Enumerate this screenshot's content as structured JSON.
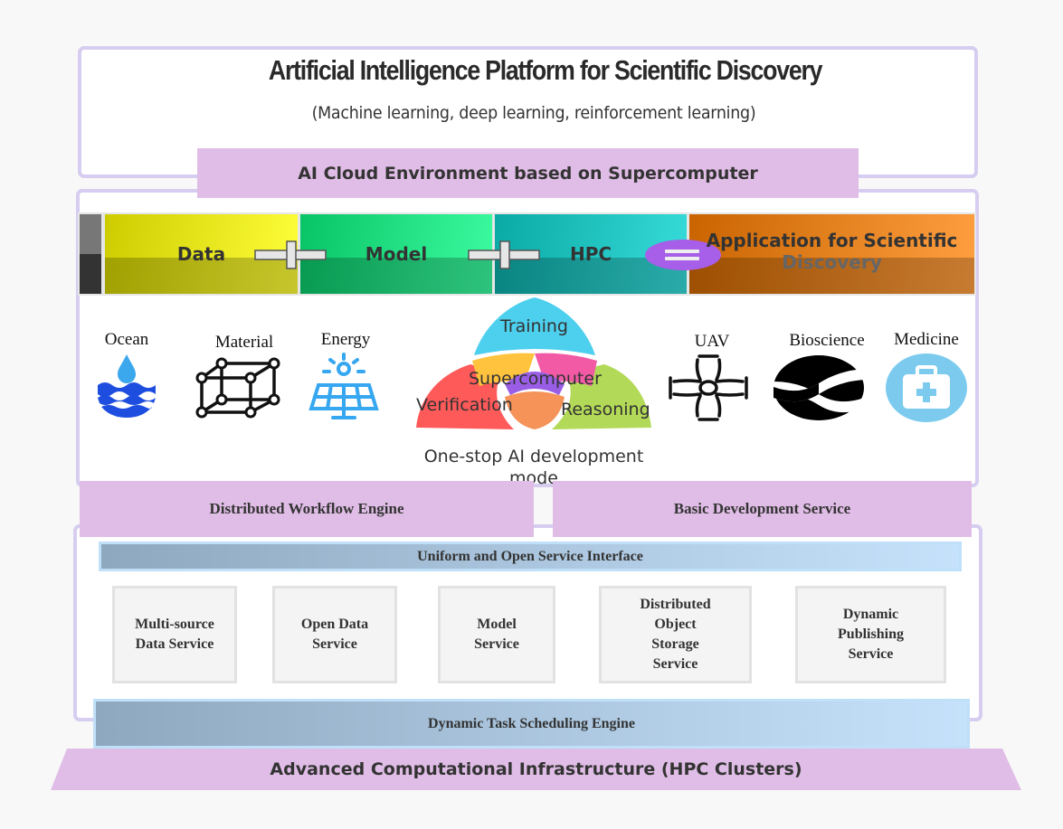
{
  "header": {
    "title": "Artificial Intelligence Platform for Scientific Discovery",
    "subtitle": "(Machine learning, deep learning, reinforcement learning)"
  },
  "cloud_environment": "AI Cloud Environment based on Supercomputer",
  "formula": {
    "terms": [
      "Data",
      "Model",
      "HPC"
    ],
    "operators": [
      "plus",
      "plus",
      "equals"
    ],
    "result_line1": "Application for Scientific",
    "result_line2": "Discovery"
  },
  "domains": [
    {
      "label": "Ocean",
      "icon": "ocean-icon"
    },
    {
      "label": "Material",
      "icon": "material-lattice-icon"
    },
    {
      "label": "Energy",
      "icon": "solar-panel-icon"
    },
    {
      "label": "UAV",
      "icon": "drone-icon"
    },
    {
      "label": "Bioscience",
      "icon": "dna-icon"
    },
    {
      "label": "Medicine",
      "icon": "medical-kit-icon"
    }
  ],
  "venn": {
    "center": "Supercomputer",
    "circles": [
      "Training",
      "Verification",
      "Reasoning"
    ],
    "caption": "One-stop AI development mode",
    "colors": {
      "training": "#4dcfee",
      "verification": "#ff5a5a",
      "reasoning": "#b2d957",
      "center": "#9a5ee6"
    }
  },
  "services": {
    "workflow_engine": "Distributed Workflow Engine",
    "basic_development": "Basic Development Service",
    "interface": "Uniform and Open Service Interface",
    "items": [
      "Multi-source Data Service",
      "Open Data Service",
      "Model Service",
      "Distributed Object Storage Service",
      "Dynamic Publishing Service"
    ],
    "scheduler": "Dynamic Task Scheduling Engine"
  },
  "infrastructure": "Advanced Computational Infrastructure (HPC Clusters)",
  "colors": {
    "accent_pink": "#e0bde6",
    "panel_border": "#d6cdf1",
    "bar_blue_start": "#8ea8bf",
    "bar_blue_end": "#c6e2fb"
  }
}
